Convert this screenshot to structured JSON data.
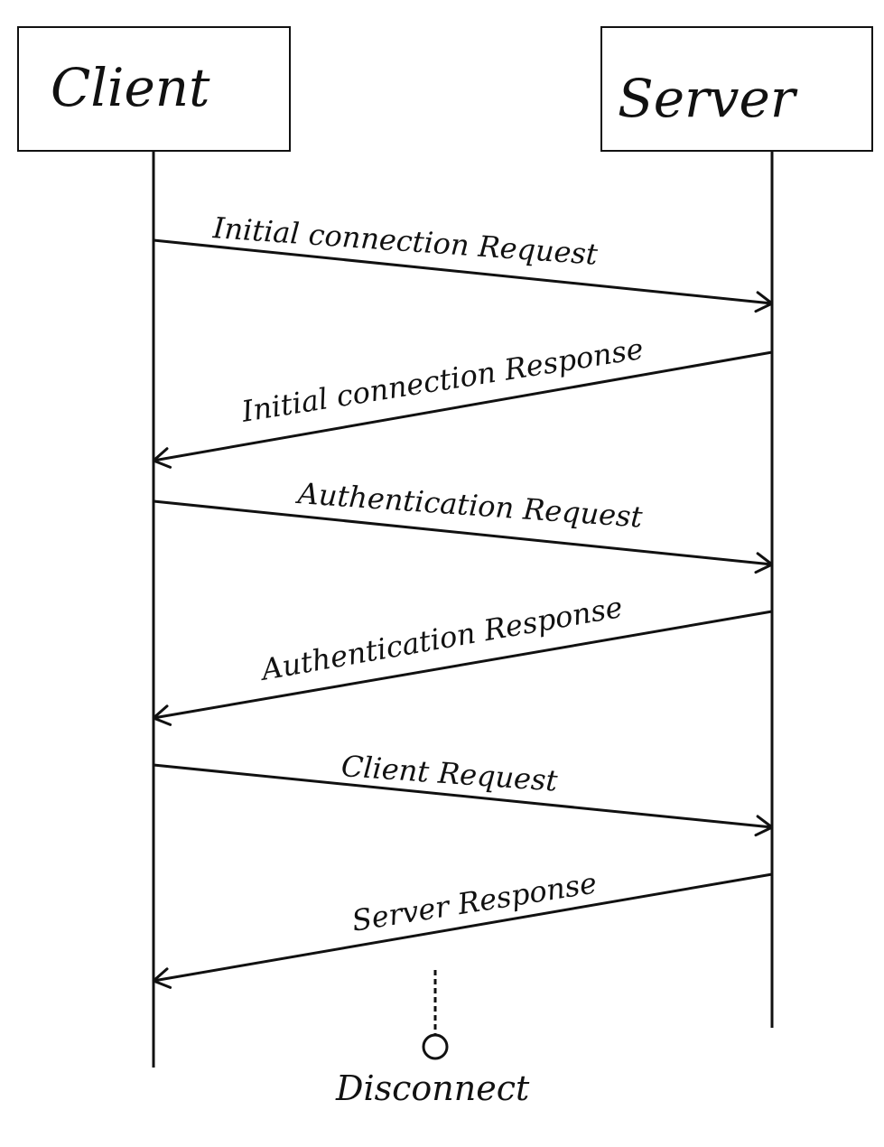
{
  "diagram": {
    "type": "sequence",
    "participants": [
      {
        "id": "client",
        "label": "Client"
      },
      {
        "id": "server",
        "label": "Server"
      }
    ],
    "messages": [
      {
        "from": "client",
        "to": "server",
        "label": "Initial connection Request"
      },
      {
        "from": "server",
        "to": "client",
        "label": "Initial connection Response"
      },
      {
        "from": "client",
        "to": "server",
        "label": "Authentication Request"
      },
      {
        "from": "server",
        "to": "client",
        "label": "Authentication Response"
      },
      {
        "from": "client",
        "to": "server",
        "label": "Client Request"
      },
      {
        "from": "server",
        "to": "client",
        "label": "Server Response"
      }
    ],
    "terminal": {
      "label": "Disconnect"
    }
  },
  "colors": {
    "stroke": "#111111",
    "background": "#ffffff"
  }
}
